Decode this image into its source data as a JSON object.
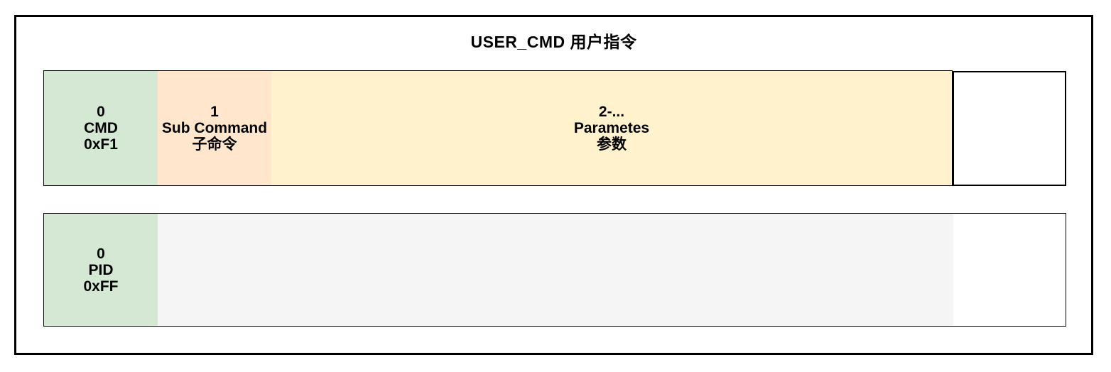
{
  "title": "USER_CMD 用户指令",
  "colors": {
    "cell_green": "#d5e8d4",
    "cell_orange": "#ffe6cc",
    "cell_yellow": "#fff2cc",
    "cell_gray": "#f5f5f5",
    "border": "#000000",
    "background": "#ffffff"
  },
  "cmd_row": {
    "cells": [
      {
        "byte_index": "0",
        "name": "CMD",
        "value": "0xF1"
      },
      {
        "byte_index": "1",
        "name": "Sub Command",
        "value": "子命令"
      },
      {
        "byte_index": "2-...",
        "name": "Parametes",
        "value": "参数"
      }
    ]
  },
  "pid_row": {
    "cells": [
      {
        "byte_index": "0",
        "name": "PID",
        "value": "0xFF"
      }
    ]
  }
}
